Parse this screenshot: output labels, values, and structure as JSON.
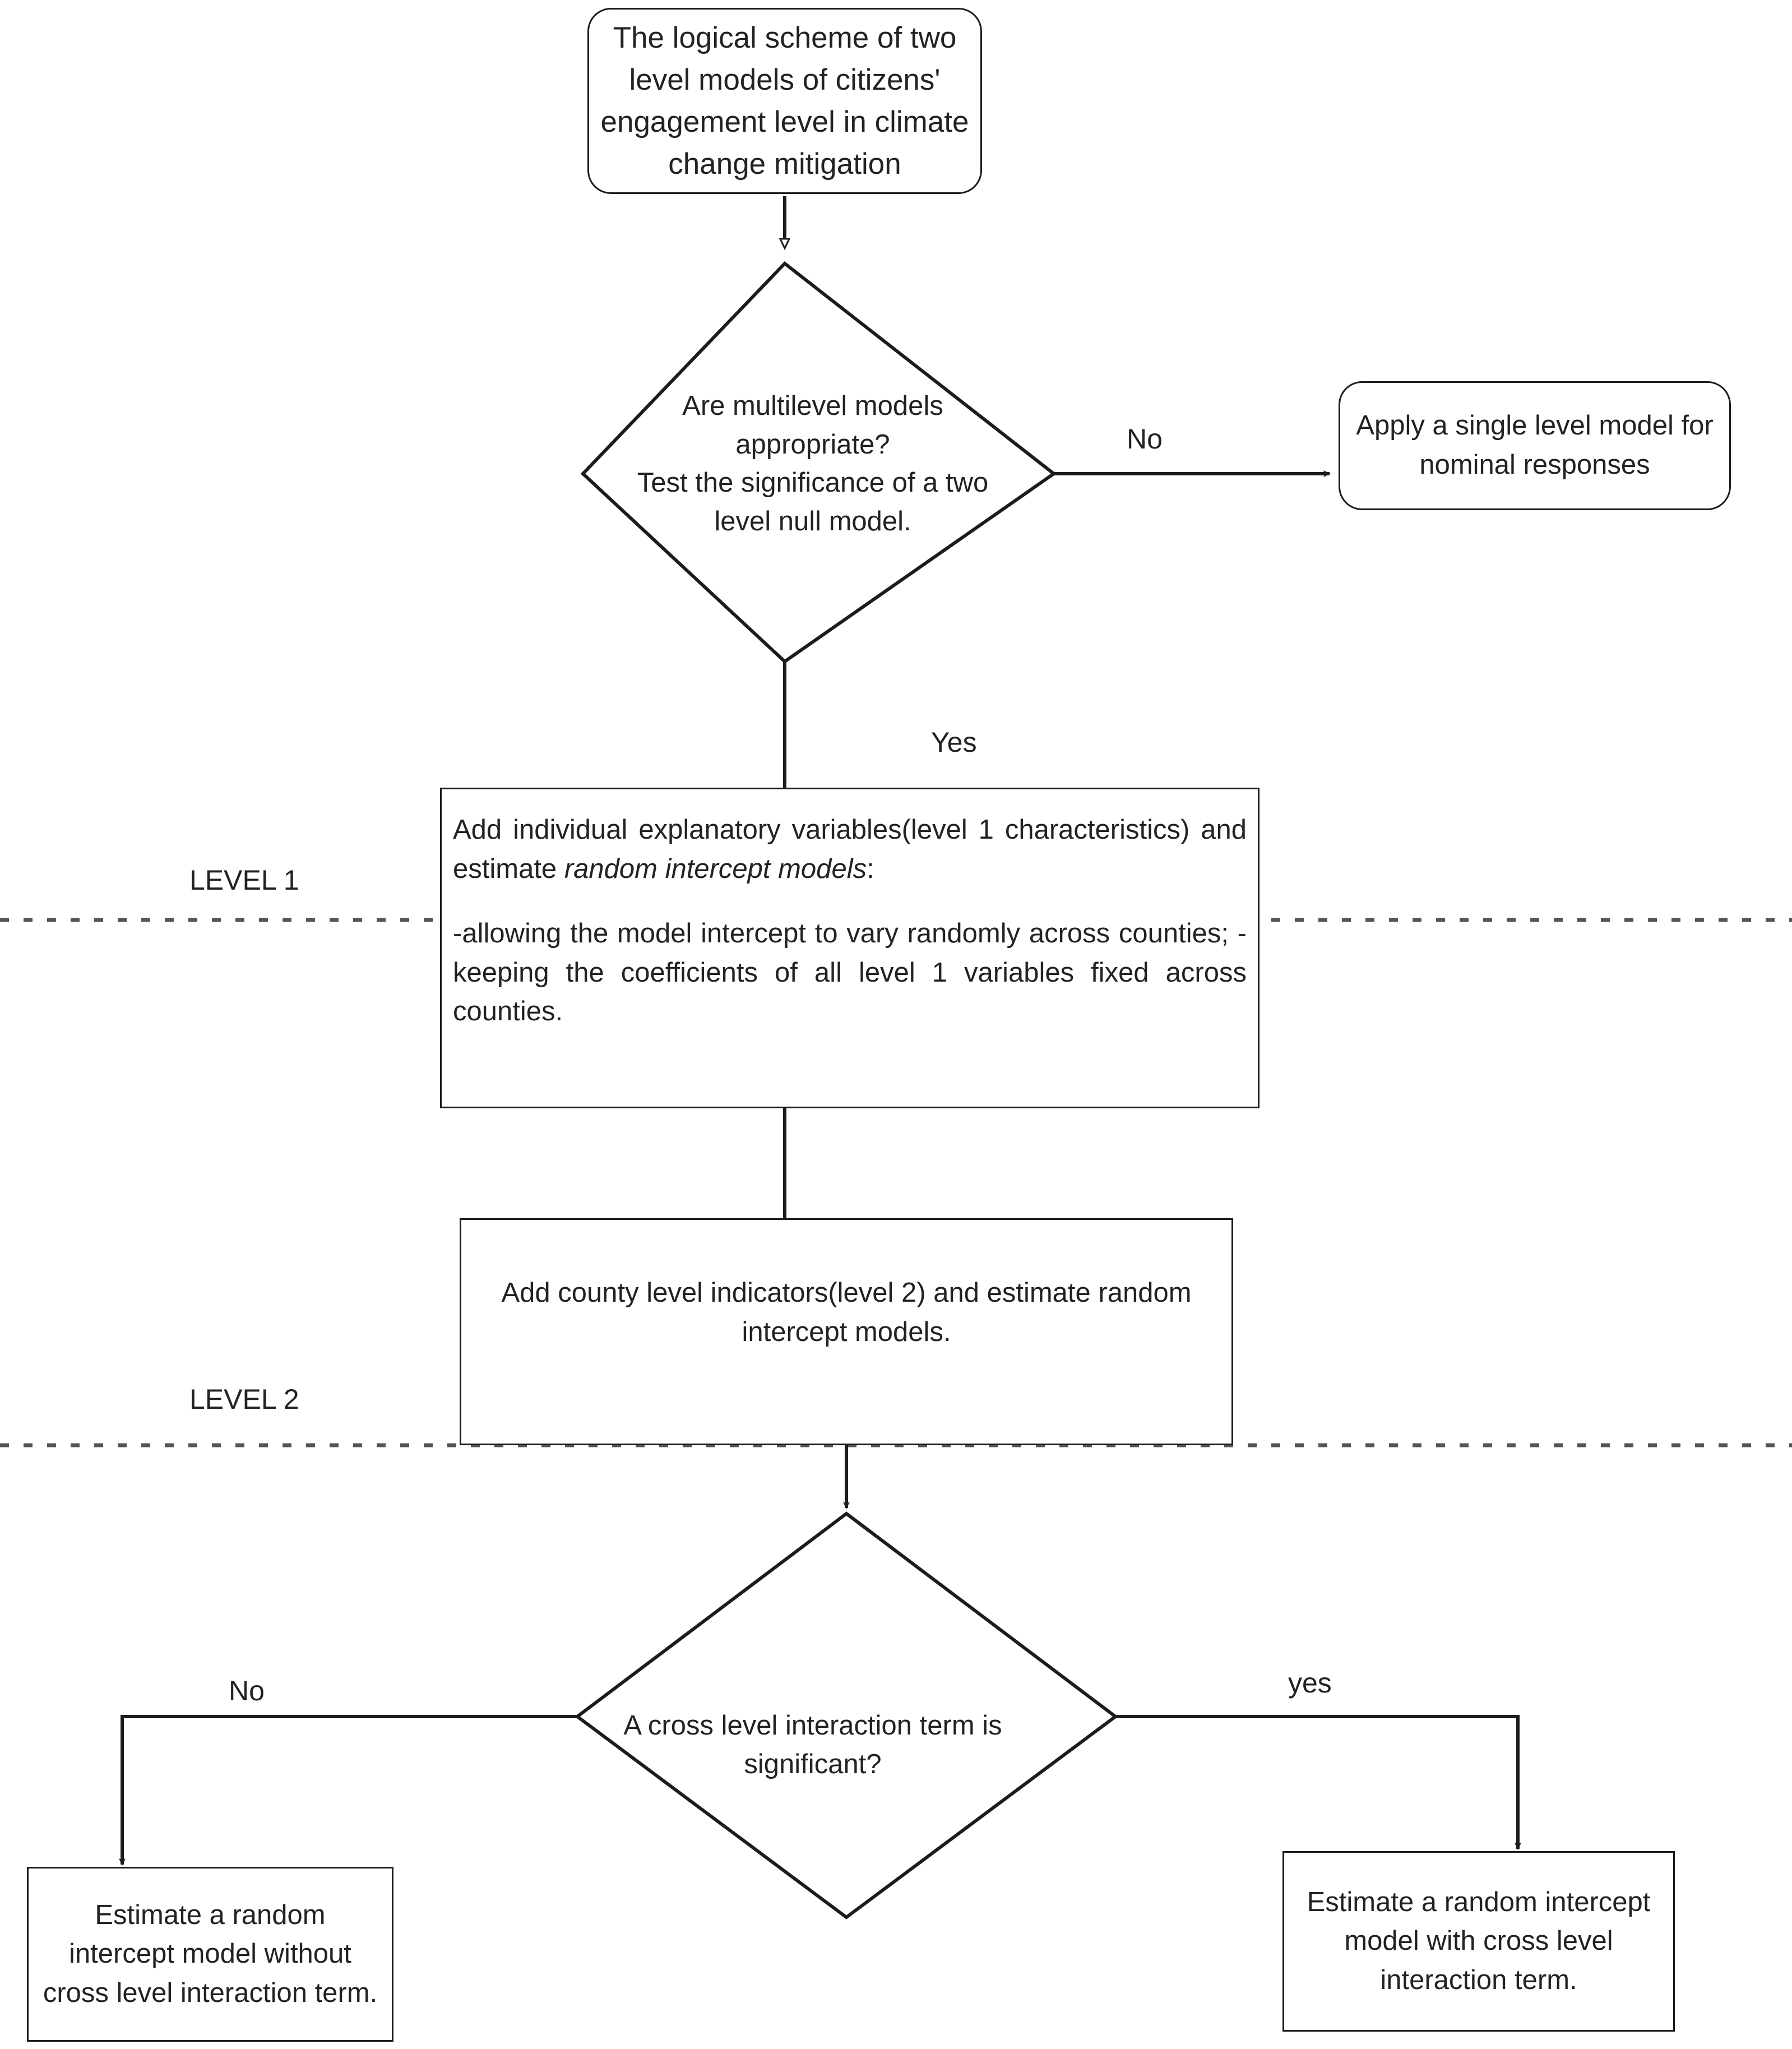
{
  "diagram": {
    "title_box": {
      "text": "The logical scheme of  two level models of citizens' engagement level in climate change mitigation"
    },
    "decision_1": {
      "line1": "Are multilevel models",
      "line2": "appropriate?",
      "line3": "Test the significance of a two",
      "line4": "level null model."
    },
    "decision_1_no_label": "No",
    "decision_1_yes_label": "Yes",
    "single_level_box": {
      "text": "Apply a single level model for nominal responses"
    },
    "level_1_label": "LEVEL 1",
    "level_2_label": "LEVEL 2",
    "level_1_box": {
      "part1_before_italic": "Add individual explanatory variables(level 1 characteristics) and estimate ",
      "part1_italic": "random intercept models",
      "part1_after_italic": ":",
      "part2": "-allowing the model intercept to vary randomly across counties; -keeping the coefficients of all level 1 variables fixed across counties."
    },
    "level_2_box": {
      "text": "Add county level indicators(level 2) and estimate random intercept models."
    },
    "decision_2": {
      "line1": "A cross level interaction term is",
      "line2": "significant?"
    },
    "decision_2_no_label": "No",
    "decision_2_yes_label": "yes",
    "no_interaction_box": {
      "text": "Estimate a random intercept model without cross level interaction term."
    },
    "yes_interaction_box": {
      "text": "Estimate a random intercept model with cross level interaction term."
    },
    "colors": {
      "stroke": "#1c1c1c",
      "text": "#222222",
      "background": "#ffffff",
      "divider": "#555555"
    }
  }
}
